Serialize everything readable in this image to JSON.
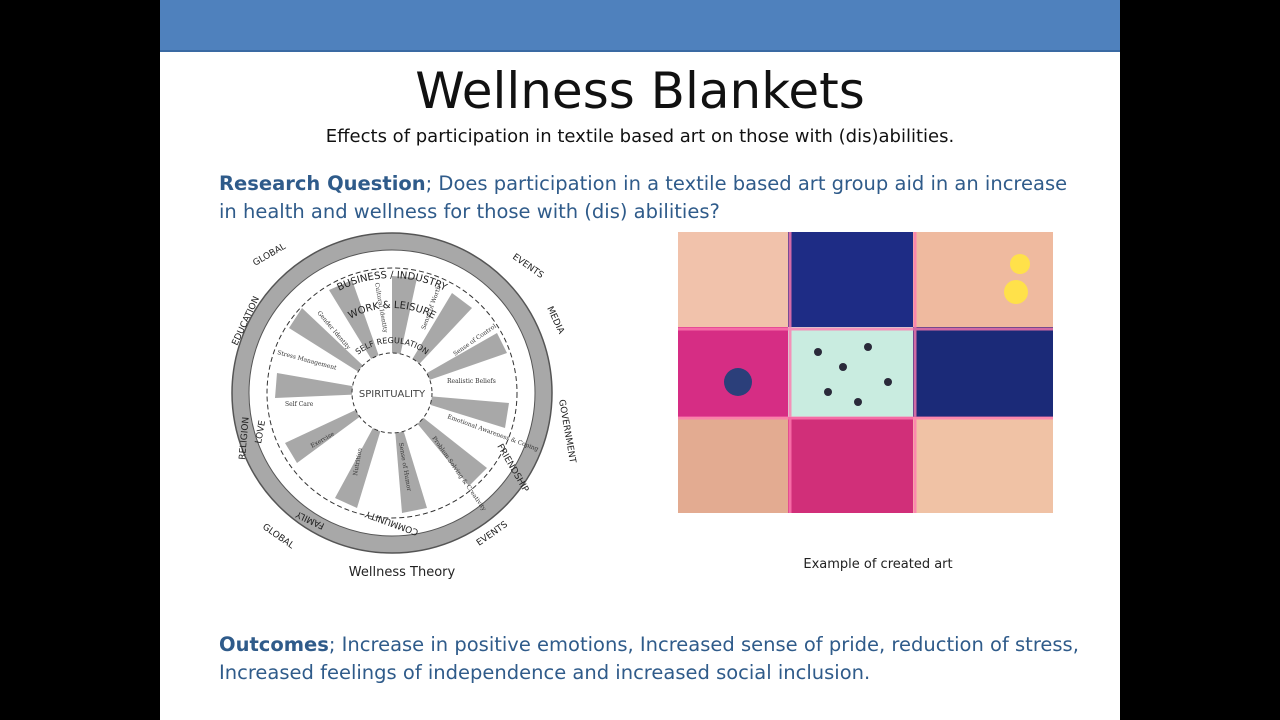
{
  "slide": {
    "title": "Wellness Blankets",
    "subtitle": "Effects of participation in textile based art on those with (dis)abilities.",
    "research_label": "Research Question",
    "research_text": "; Does participation in a textile based art group aid in an increase in health and wellness for those with (dis) abilities?",
    "outcomes_label": "Outcomes",
    "outcomes_text": "; Increase in positive emotions, Increased sense of pride, reduction of stress, Increased feelings of independence and increased social inclusion.",
    "caption_left": "Wellness Theory",
    "caption_right": "Example of created art"
  },
  "wheel": {
    "center": "SPIRITUALITY",
    "self_regulation": "SELF REGULATION",
    "work_leisure": "WORK & LEISURE",
    "love": "LOVE",
    "friendship": "FRIENDSHIP",
    "outer": [
      "BUSINESS / INDUSTRY",
      "EVENTS",
      "MEDIA",
      "GOVERNMENT",
      "EVENTS",
      "COMMUNITY",
      "GLOBAL",
      "FAMILY",
      "RELIGION",
      "EDUCATION",
      "GLOBAL"
    ],
    "spokes": [
      "Cultural Identity",
      "Sense of Worth",
      "Sense of Control",
      "Realistic Beliefs",
      "Emotional Awareness & Coping",
      "Problem Solving & Creativity",
      "Sense of Humor",
      "Nutrition",
      "Exercise",
      "Self Care",
      "Stress Management",
      "Gender Identity"
    ]
  },
  "colors": {
    "bar": "#4f81bd",
    "text_blue": "#2f5b8a"
  }
}
